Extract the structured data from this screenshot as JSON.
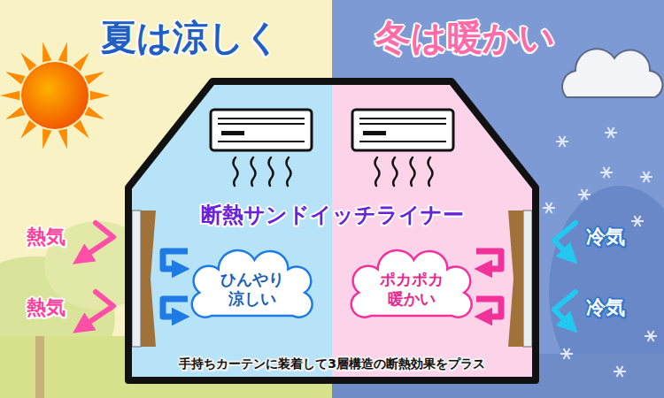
{
  "diagram": {
    "nodes": [
      {
        "text": [
          "断熱サンドイッチライナー",
          "手持ちカーテンに装着して3層構造の断熱効果をプラス"
        ]
      },
      {
        "text": [
          "ひんやり 涼しい"
        ],
        "in": 0
      },
      {
        "text": [
          "ポカポカ 暖かい"
        ],
        "in": 0
      }
    ],
    "labels": [
      "夏は涼しく",
      "冬は暖かい",
      "熱気",
      "熱気",
      "冷気",
      "冷気"
    ]
  }
}
